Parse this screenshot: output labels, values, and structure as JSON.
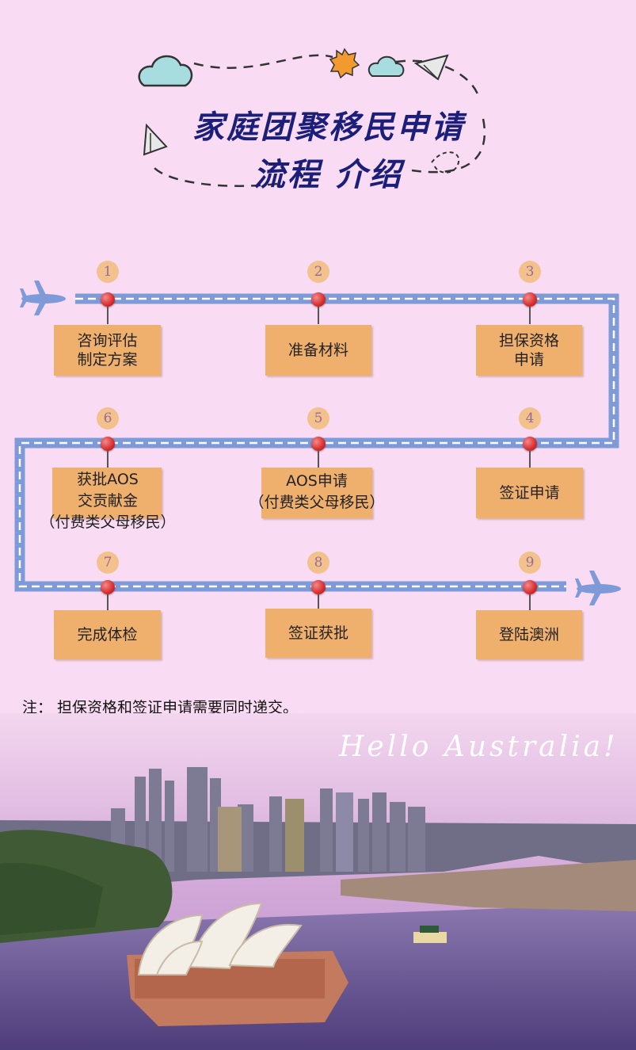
{
  "title": {
    "line1": "家庭团聚移民申请",
    "line2": "流程 介绍"
  },
  "steps": [
    {
      "num": "1",
      "label": "咨询评估\n制定方案"
    },
    {
      "num": "2",
      "label": "准备材料"
    },
    {
      "num": "3",
      "label": "担保资格\n申请"
    },
    {
      "num": "4",
      "label": "签证申请"
    },
    {
      "num": "5",
      "label": "AOS申请\n（付费类父母移民）"
    },
    {
      "num": "6",
      "label": "获批AOS\n交贡献金\n（付费类父母移民）"
    },
    {
      "num": "7",
      "label": "完成体检"
    },
    {
      "num": "8",
      "label": "签证获批"
    },
    {
      "num": "9",
      "label": "登陆澳洲"
    }
  ],
  "note": "注：  担保资格和签证申请需要同时递交。",
  "tagline": "Hello  Australia!",
  "colors": {
    "background": "#f9dcf4",
    "track": "#7f9ad8",
    "box": "#efb06e",
    "title": "#1b1f7a",
    "pin": "#d92c2c"
  },
  "icons": [
    "cloud-icon",
    "sun-icon",
    "paper-plane-icon",
    "airplane-icon",
    "pin-icon"
  ]
}
